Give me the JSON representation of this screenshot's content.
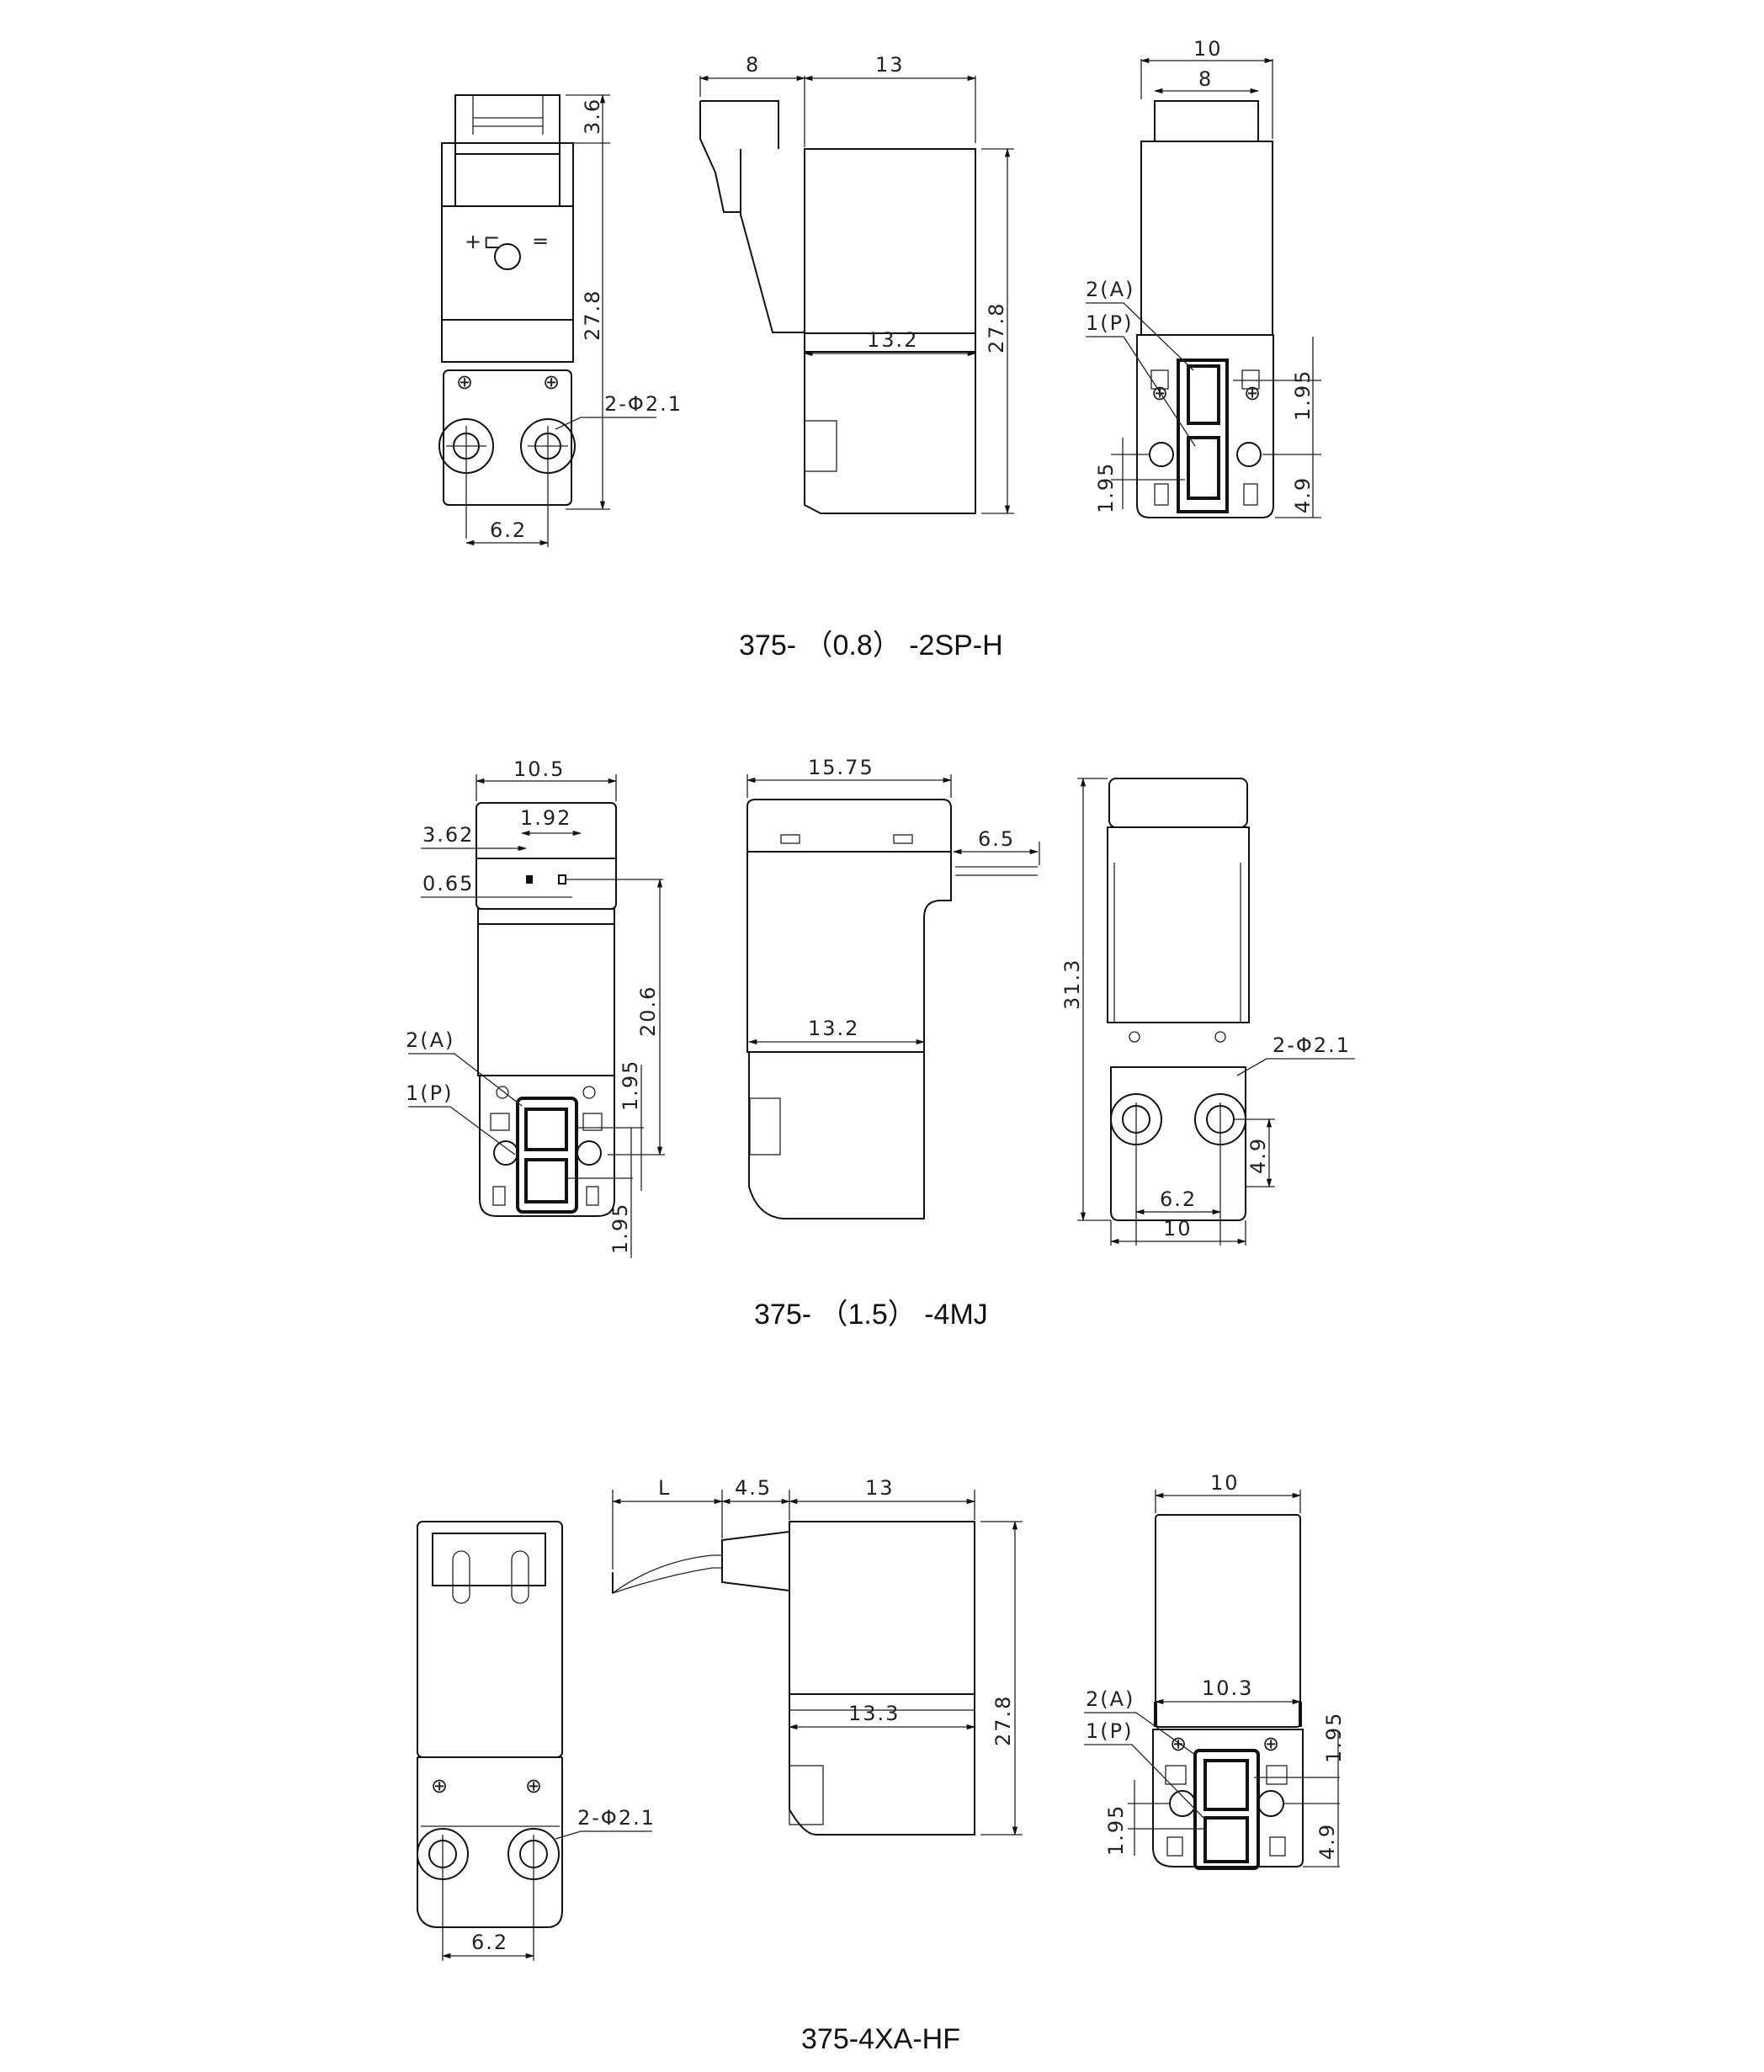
{
  "drawing": {
    "background": "#ffffff",
    "line_color": "#111111",
    "sections": [
      {
        "model": "375- （0.8） -2SP-H",
        "front_view": {
          "dims": {
            "top_height": "3.6",
            "height": "27.8",
            "hole": "2-Φ2.1",
            "hole_spacing": "6.2"
          }
        },
        "side_view": {
          "dims": {
            "connector": "8",
            "body_width": "13",
            "base_width": "13.2",
            "height": "27.8"
          }
        },
        "bottom_view": {
          "dims": {
            "width": "10",
            "inner_width": "8",
            "port_offset": "1.95",
            "port_pitch": "1.95",
            "base_height": "4.9"
          },
          "ports": {
            "a": "2(A)",
            "p": "1(P)"
          }
        }
      },
      {
        "model": "375- （1.5） -4MJ",
        "front_view": {
          "dims": {
            "width": "10.5",
            "pin_pitch": "1.92",
            "pin_offset": "3.62",
            "pin_size": "0.65",
            "height": "20.6",
            "port_offset": "1.95",
            "port_pitch": "1.95"
          },
          "ports": {
            "a": "2(A)",
            "p": "1(P)"
          }
        },
        "side_view": {
          "dims": {
            "top_width": "15.75",
            "pin_length": "6.5",
            "base_width": "13.2"
          }
        },
        "back_view": {
          "dims": {
            "height": "31.3",
            "hole": "2-Φ2.1",
            "base_height": "4.9",
            "hole_spacing": "6.2",
            "width": "10"
          }
        }
      },
      {
        "model": "375-4XA-HF",
        "front_view": {
          "dims": {
            "hole": "2-Φ2.1",
            "hole_spacing": "6.2"
          }
        },
        "side_view": {
          "dims": {
            "cable_length": "L",
            "boot_length": "4.5",
            "body_width": "13",
            "base_width": "13.3",
            "height": "27.8"
          }
        },
        "bottom_view": {
          "dims": {
            "width": "10",
            "base_width": "10.3",
            "port_offset": "1.95",
            "port_pitch": "1.95",
            "base_height": "4.9"
          },
          "ports": {
            "a": "2(A)",
            "p": "1(P)"
          }
        }
      }
    ]
  }
}
